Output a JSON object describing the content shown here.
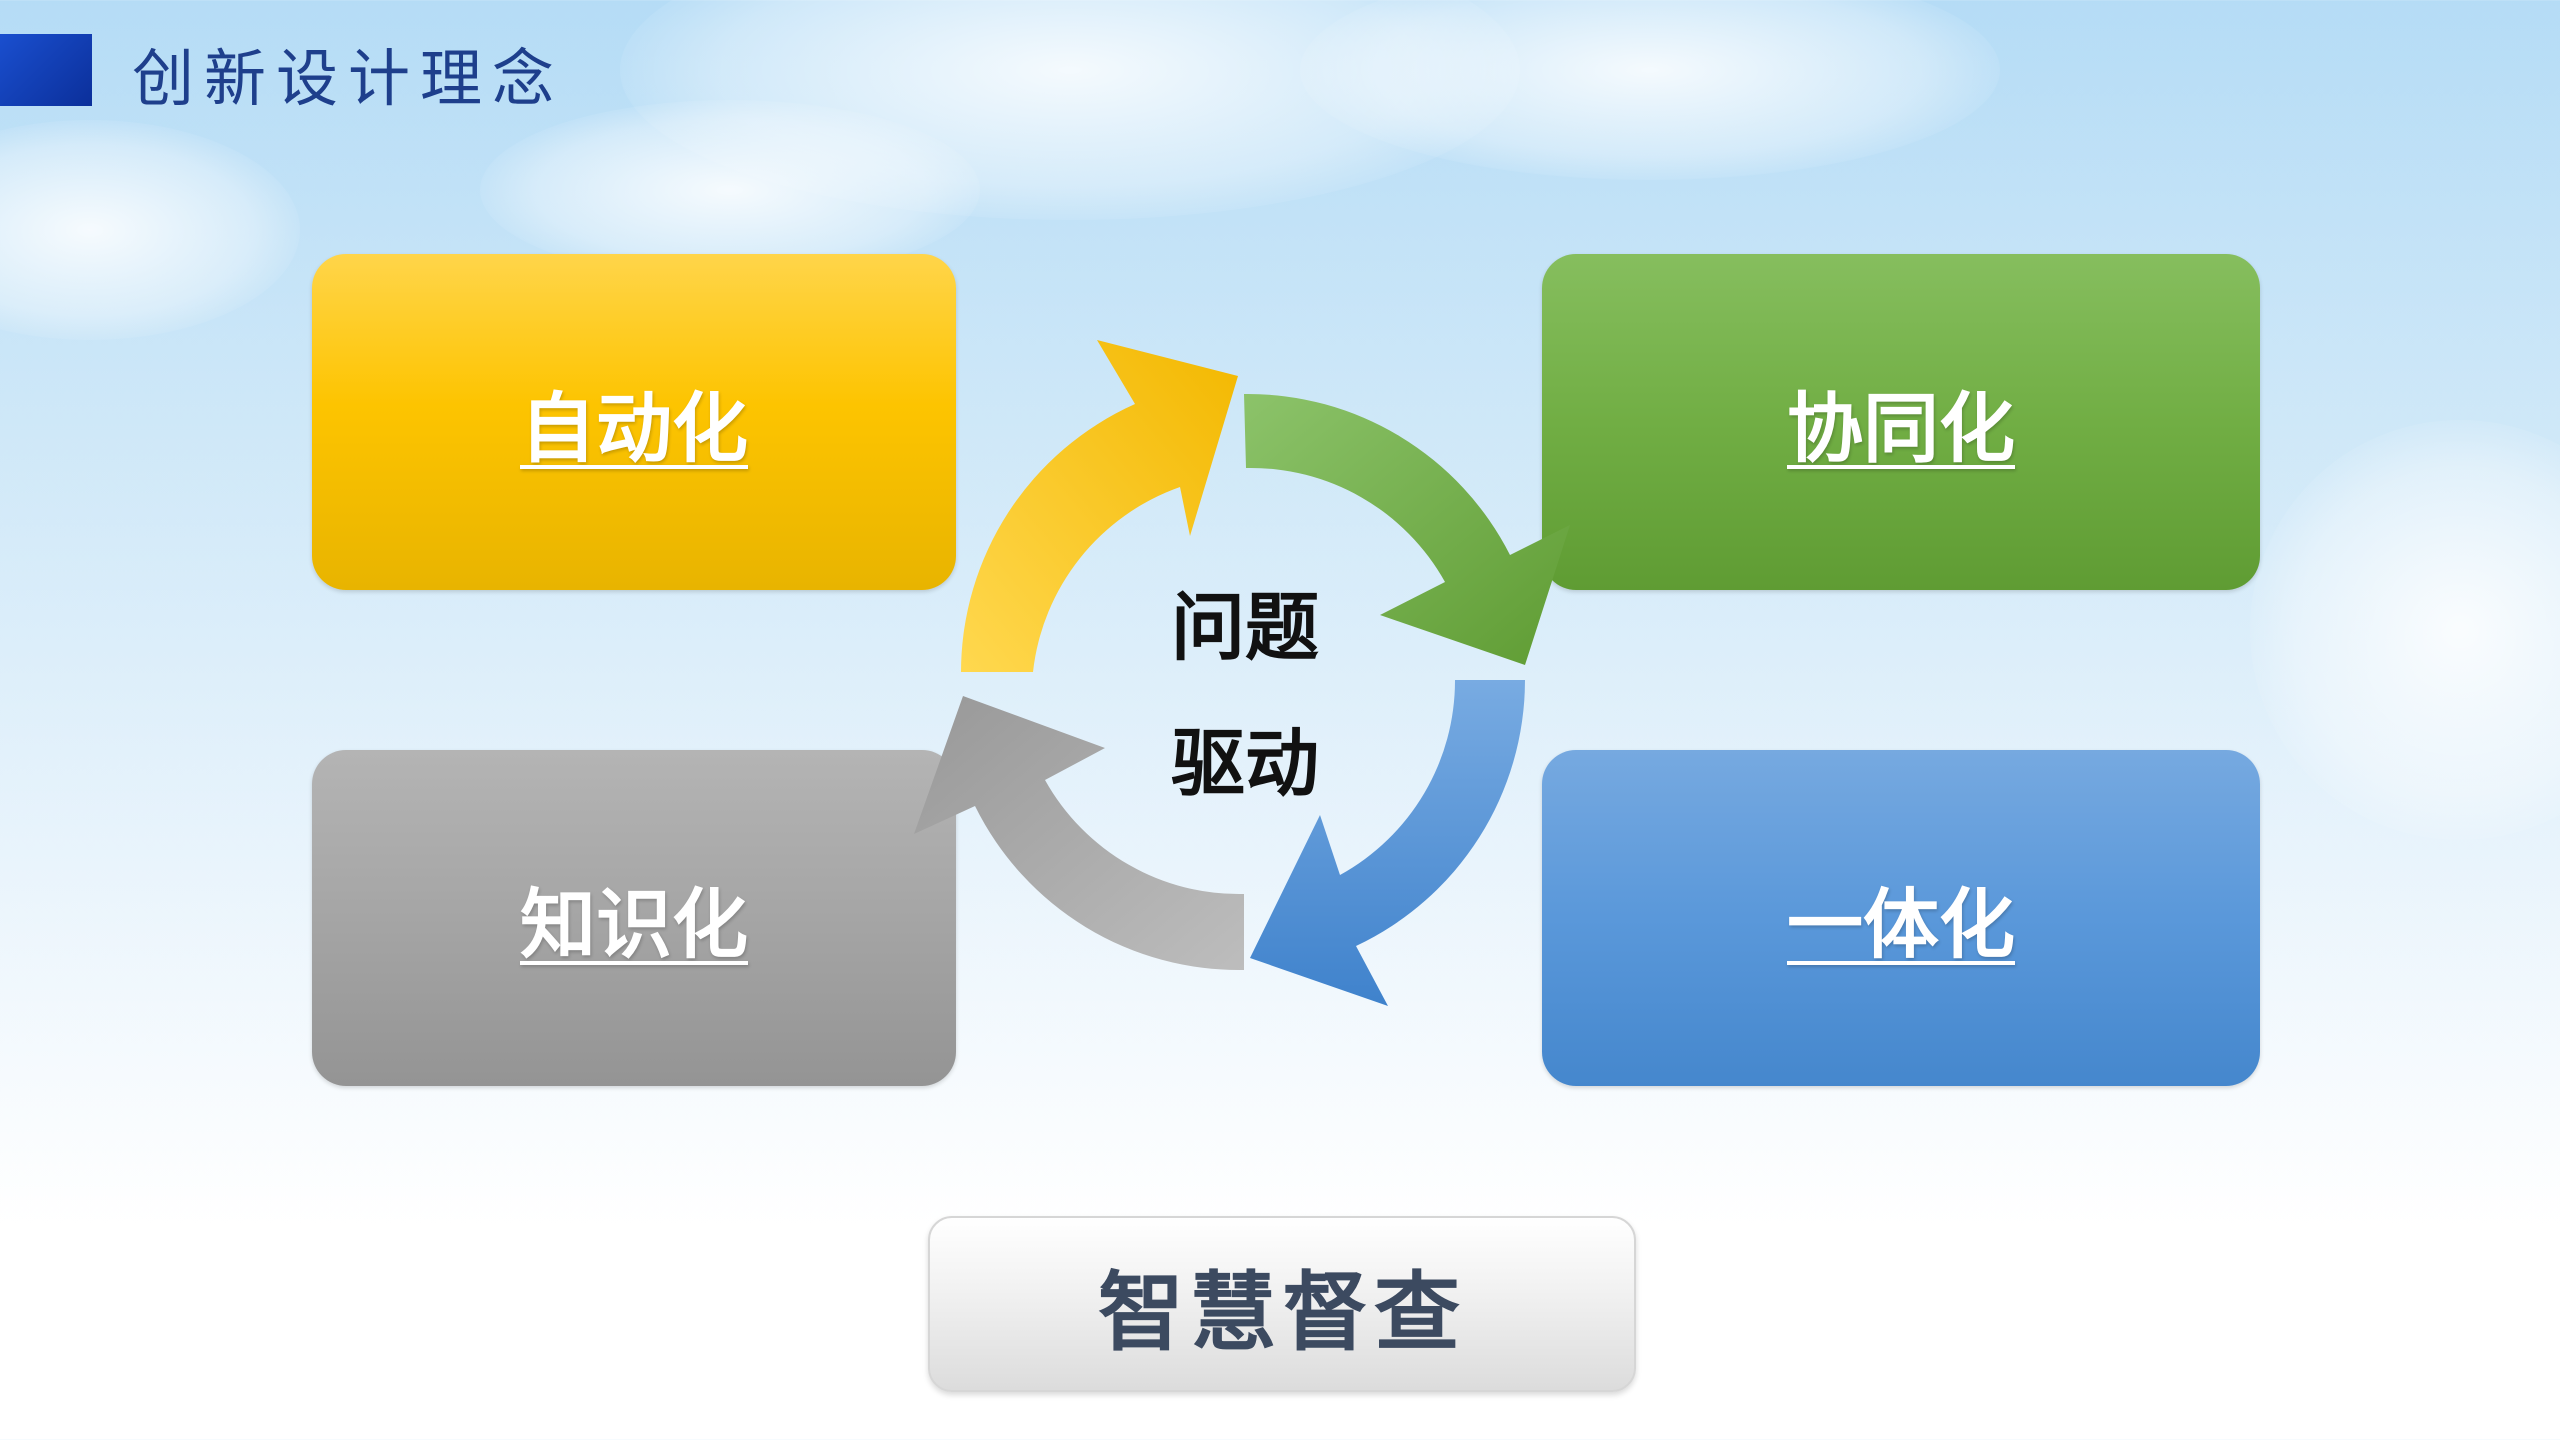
{
  "header": {
    "title": "创新设计理念"
  },
  "boxes": {
    "automation": {
      "label": "自动化",
      "color": "#fdc400"
    },
    "collaboration": {
      "label": "协同化",
      "color": "#71ae44"
    },
    "knowledge": {
      "label": "知识化",
      "color": "#a5a5a5"
    },
    "integration": {
      "label": "一体化",
      "color": "#5a98da"
    }
  },
  "center": {
    "line1": "问题",
    "line2": "驱动"
  },
  "cycle_colors": {
    "yellow": "#fdc400",
    "green": "#71ae44",
    "blue": "#5a98da",
    "gray": "#a5a5a5"
  },
  "bottom_button": {
    "label": "智慧督查"
  }
}
